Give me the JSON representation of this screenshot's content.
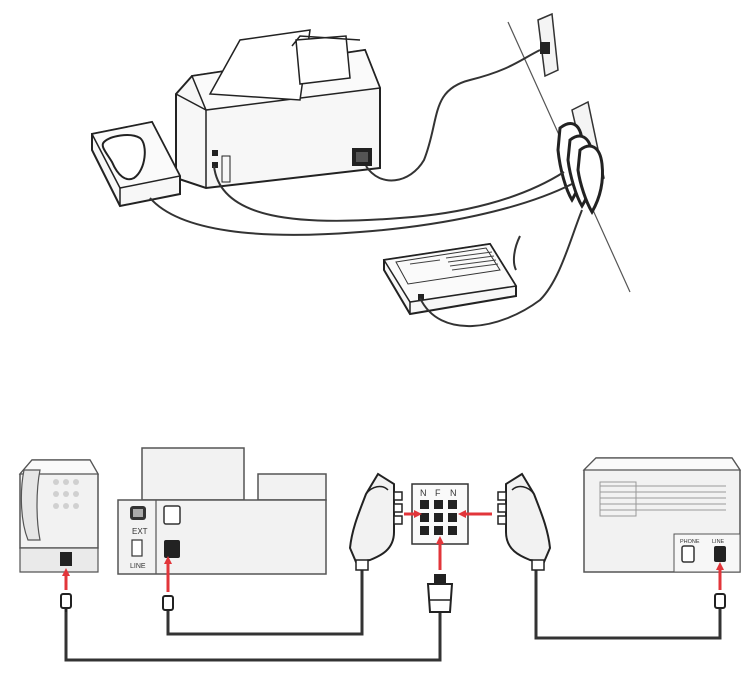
{
  "labels": {
    "ext": "EXT",
    "line": "LINE",
    "phone": "PHONE",
    "line_small": "LINE",
    "splitter_n1": "N",
    "splitter_f": "F",
    "splitter_n2": "N"
  },
  "colors": {
    "arrow": "#e2353a",
    "line": "#333333",
    "device_fill": "#f2f2f2",
    "device_stroke": "#555555"
  }
}
